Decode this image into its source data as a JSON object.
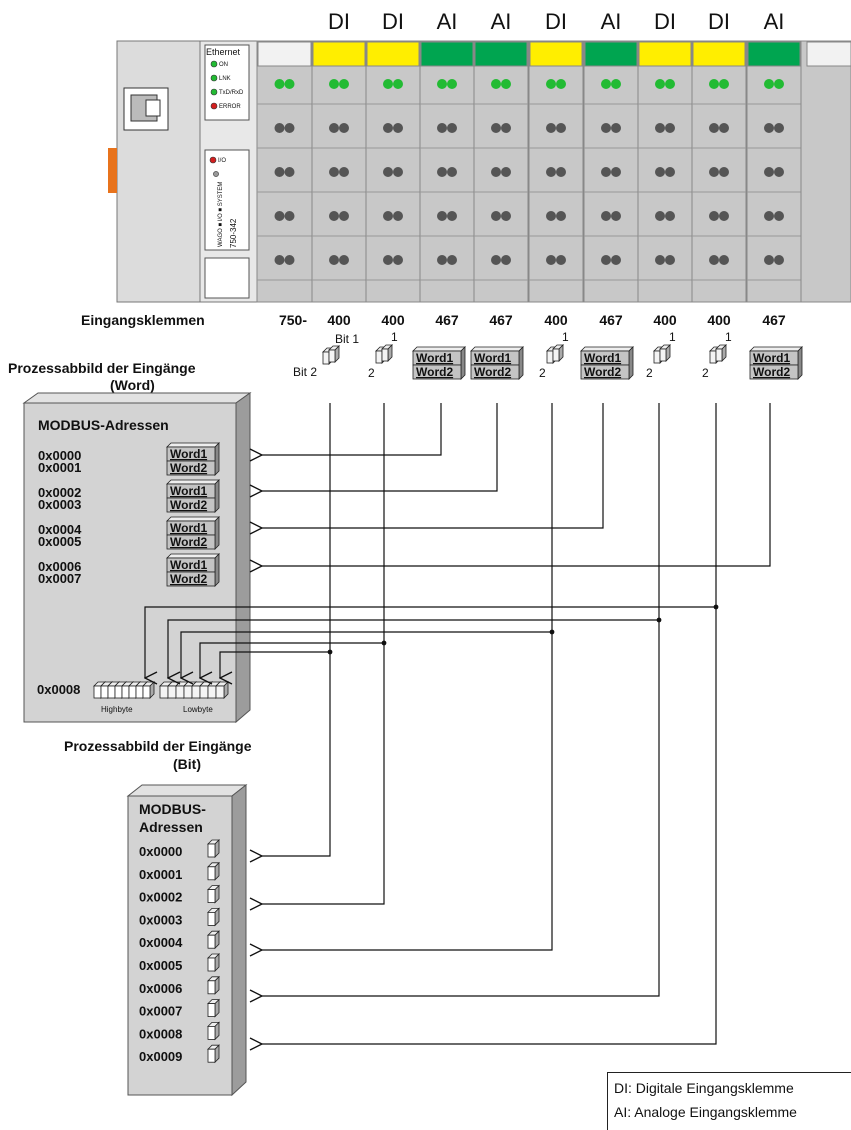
{
  "module_types": [
    "DI",
    "DI",
    "AI",
    "AI",
    "DI",
    "AI",
    "DI",
    "DI",
    "AI"
  ],
  "colors": {
    "DI": "#ffee00",
    "AI": "#00a550",
    "led_on": "#22bb33",
    "led_off": "#555555",
    "panel": "#c9c9c9",
    "box": "#d8d8d8"
  },
  "coupler": {
    "ethernet": "Ethernet",
    "leds": [
      "ON",
      "LNK",
      "TxD/RxD",
      "ERROR"
    ],
    "io_led": "I/O",
    "vertical_text": "WAGO ■ I/O ■ SYSTEM",
    "model": "750-342"
  },
  "terminal_row": {
    "label": "Eingangsklemmen",
    "numbers": [
      "750-",
      "400",
      "400",
      "467",
      "467",
      "400",
      "467",
      "400",
      "400",
      "467"
    ]
  },
  "process_image_word": {
    "title_line1": "Prozessabbild  der Eingänge",
    "title_line2": "(Word)",
    "bit1": "Bit 1",
    "bit2": "Bit 2",
    "one": "1",
    "two": "2",
    "word1": "Word1",
    "word2": "Word2"
  },
  "modbus_word": {
    "title": "MODBUS-Adressen",
    "pairs": [
      [
        "0x0000",
        "0x0001"
      ],
      [
        "0x0002",
        "0x0003"
      ],
      [
        "0x0004",
        "0x0005"
      ],
      [
        "0x0006",
        "0x0007"
      ]
    ],
    "bit_address": "0x0008",
    "highbyte": "Highbyte",
    "lowbyte": "Lowbyte"
  },
  "process_image_bit": {
    "title_line1": "Prozessabbild der Eingänge",
    "title_line2": "(Bit)"
  },
  "modbus_bit": {
    "title_line1": "MODBUS-",
    "title_line2": "Adressen",
    "addresses": [
      "0x0000",
      "0x0001",
      "0x0002",
      "0x0003",
      "0x0004",
      "0x0005",
      "0x0006",
      "0x0007",
      "0x0008",
      "0x0009"
    ]
  },
  "legend": {
    "di": "DI: Digitale Eingangsklemme",
    "ai": "AI: Analoge Eingangsklemme"
  }
}
